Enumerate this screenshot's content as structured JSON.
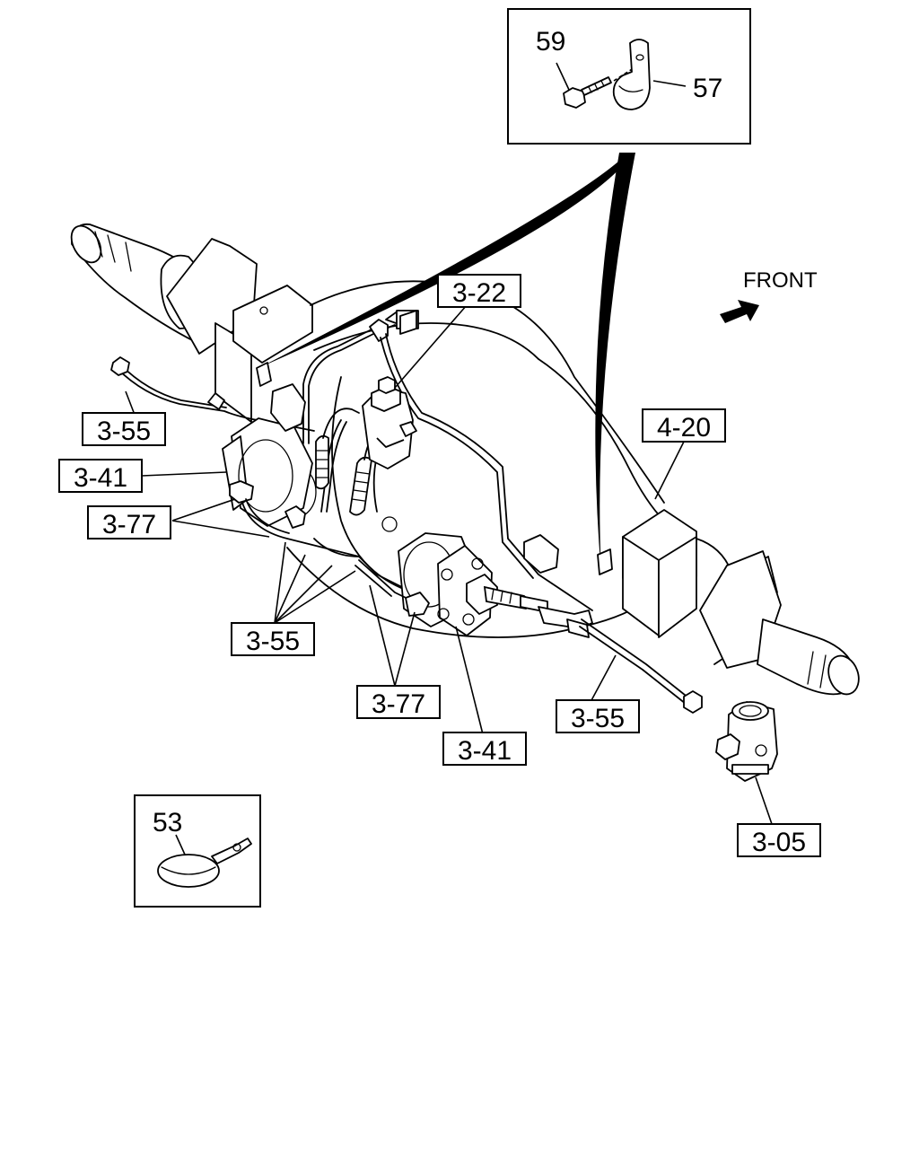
{
  "labels": {
    "l_3_22": "3-22",
    "l_4_20": "4-20",
    "l_3_55_a": "3-55",
    "l_3_41_a": "3-41",
    "l_3_77_a": "3-77",
    "l_3_55_b": "3-55",
    "l_3_77_b": "3-77",
    "l_3_41_b": "3-41",
    "l_3_55_c": "3-55",
    "l_3_05": "3-05",
    "l_59": "59",
    "l_57": "57",
    "l_53": "53"
  },
  "direction": {
    "text": "FRONT"
  }
}
